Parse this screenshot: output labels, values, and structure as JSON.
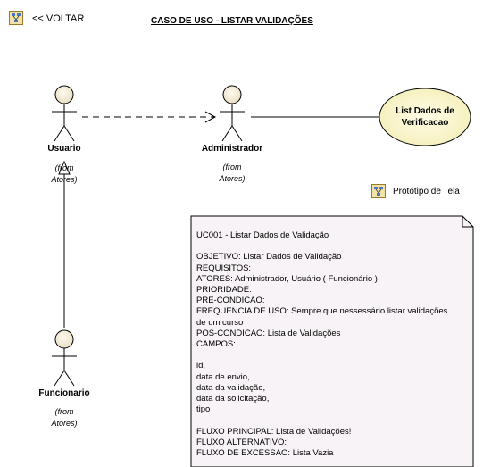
{
  "header": {
    "back_link": "<< VOLTAR",
    "title": "CASO DE USO - LISTAR VALIDAÇÕES"
  },
  "actors": [
    {
      "name": "Usuario",
      "from": "(from Atores)"
    },
    {
      "name": "Administrador",
      "from": "(from Atores)"
    },
    {
      "name": "Funcionario",
      "from": "(from Atores)"
    }
  ],
  "use_case": {
    "label": "List Dados de Verificacao"
  },
  "prototype_link": {
    "label": "Protótipo de Tela"
  },
  "note": {
    "lines": [
      "UC001 - Listar Dados de Validação",
      "",
      "OBJETIVO: Listar Dados de Validação",
      "REQUISITOS:",
      "ATORES: Administrador, Usuário ( Funcionário )",
      "PRIORIDADE:",
      "PRE-CONDICAO:",
      "FREQUENCIA DE USO: Sempre que nessessário listar validações",
      "de um curso",
      "POS-CONDICAO: Lista de Validações",
      "CAMPOS:",
      "",
      "id,",
      "data de envio,",
      "data da validação,",
      "data da solicitação,",
      "tipo",
      "",
      "FLUXO PRINCIPAL: Lista de Validações!",
      "FLUXO ALTERNATIVO:",
      "FLUXO DE EXCESSAO: Lista Vazia"
    ]
  },
  "colors": {
    "usecase_fill": "#fefbd2",
    "note_fill": "#f8f3f6",
    "line": "#000000"
  },
  "icons": [
    "diagram-icon"
  ]
}
